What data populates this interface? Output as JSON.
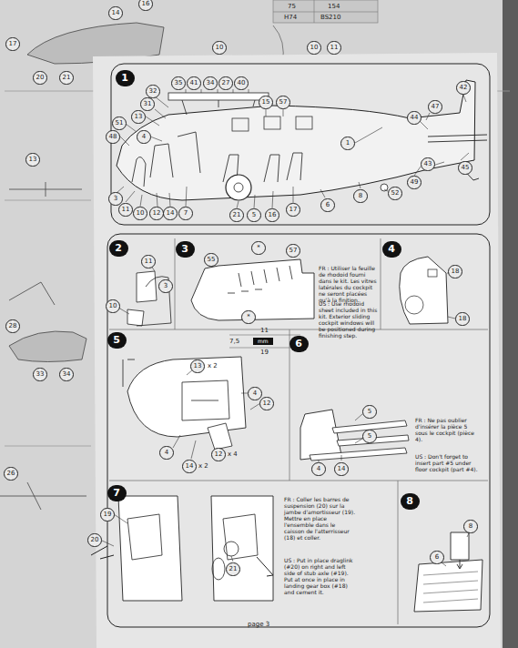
{
  "diagram": {
    "labels": [
      "14",
      "16",
      "17",
      "20",
      "21",
      "10",
      "10",
      "11",
      "13",
      "28",
      "33",
      "34",
      "26",
      "75",
      "154",
      "H74",
      "BS210",
      "1",
      "35",
      "41",
      "34",
      "27",
      "40",
      "32",
      "31",
      "13",
      "51",
      "48",
      "4",
      "15",
      "57",
      "1",
      "42",
      "47",
      "44",
      "3",
      "11",
      "10",
      "12",
      "14",
      "7",
      "21",
      "5",
      "16",
      "17",
      "6",
      "8",
      "52",
      "49",
      "43",
      "45",
      "2",
      "11",
      "3",
      "10",
      "3",
      "55",
      "57",
      "*",
      "*",
      "7,5",
      "mm",
      "11",
      "19",
      "FR : Utiliser la feuille de rhodoid fourni dans le kit. Les vitres latérales du cockpit ne seront placées qu'à la finition.",
      "US : Use rhodoid sheet included in this kit. Exterior sliding cockpit windows will be positioned during finishing step.",
      "4",
      "18",
      "18",
      "5",
      "13",
      "x 2",
      "4",
      "12",
      "12",
      "x 4",
      "4",
      "14",
      "x 2",
      "6",
      "5",
      "5",
      "4",
      "14",
      "FR : Ne pas oublier d'insérer la pièce 5 sous le cockpit (pièce 4).",
      "US : Don't forget to insert part #5 under floor cockpit (part #4).",
      "7",
      "19",
      "20",
      "21",
      "FR : Coller les barres de suspension (20) sur la jambe d'amortisseur (19). Mettre en place l'ensemble dans le caisson de l'atterrisseur (18) et coller.",
      "US : Put in place draglink (#20) on right and left side of stub axle (#19). Put at once in place in landing gear box (#18) and cement it.",
      "8",
      "8",
      "6",
      "page 3"
    ]
  }
}
